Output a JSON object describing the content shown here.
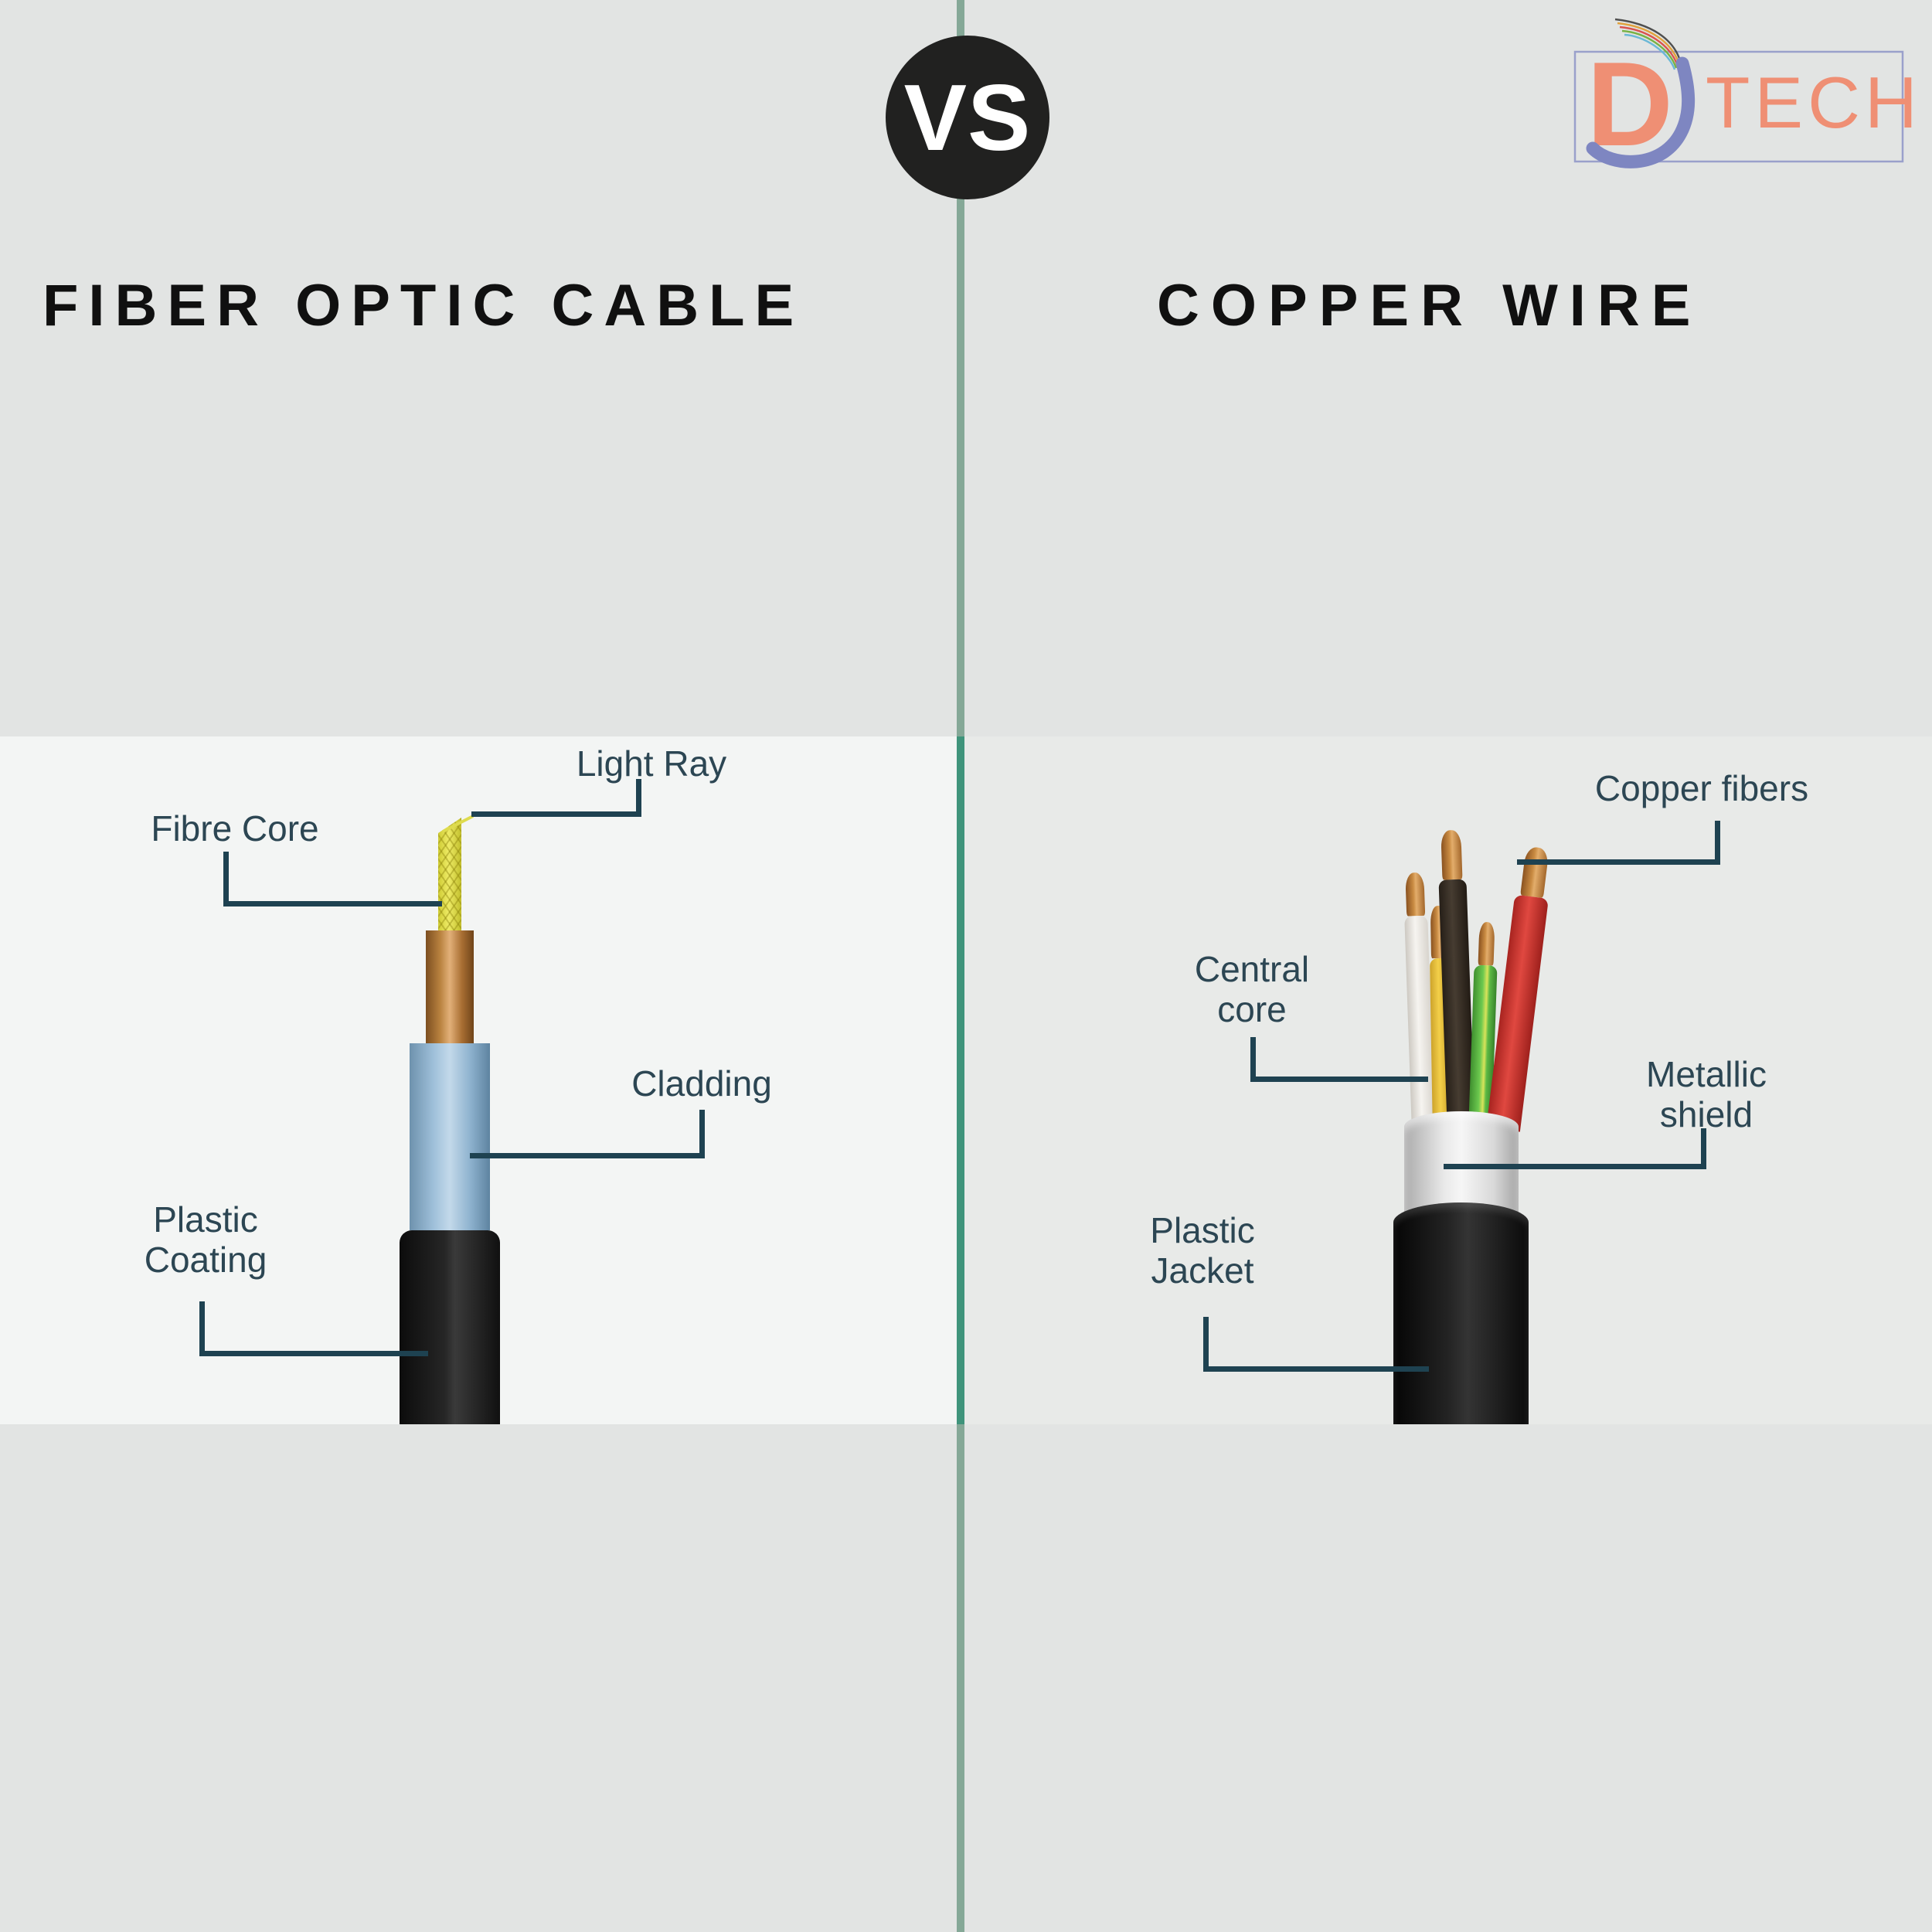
{
  "theme": {
    "colors": {
      "page-bg": "#e2e4e3",
      "band-left": "#f3f5f4",
      "band-right": "#e8eae8",
      "divider": "#85a897",
      "divider-bright": "#3f947b",
      "badge-bg": "#212120",
      "badge-text": "#ffffff",
      "ink-title": "#101010",
      "ink-label": "#2c4653",
      "line": "#1e4251",
      "coral": "#ef8f74",
      "logo-blue": "#7e86c1"
    }
  },
  "header": {
    "vs": "VS",
    "logo": {
      "d": "D",
      "tech": "TECH"
    }
  },
  "left": {
    "title": "FIBER OPTIC CABLE",
    "labels": {
      "light_ray": "Light Ray",
      "fibre_core": "Fibre Core",
      "cladding": "Cladding",
      "plastic_coating": [
        "Plastic",
        "Coating"
      ]
    }
  },
  "right": {
    "title": "COPPER WIRE",
    "labels": {
      "copper_fibers": "Copper fibers",
      "central_core": [
        "Central",
        "core"
      ],
      "metallic_shield": [
        "Metallic",
        "shield"
      ],
      "plastic_jacket": [
        "Plastic",
        "Jacket"
      ]
    }
  }
}
